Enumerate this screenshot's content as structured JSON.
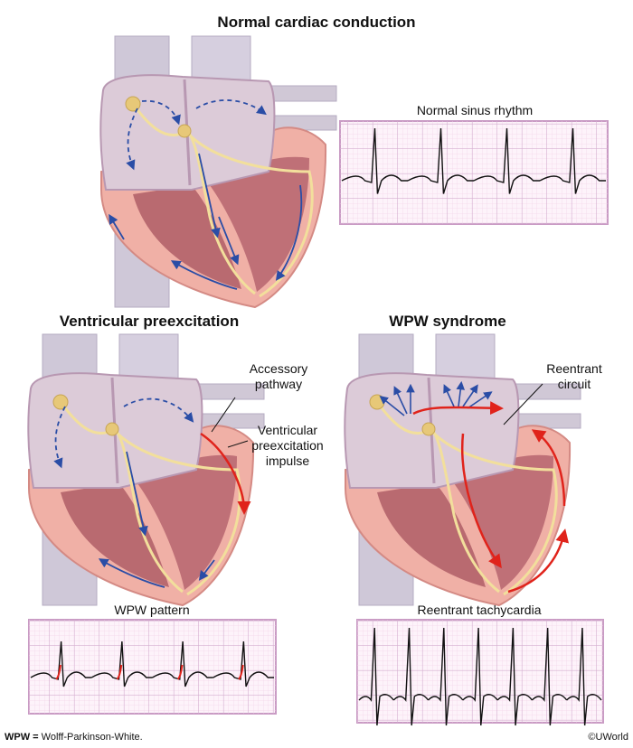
{
  "titles": {
    "normal": "Normal cardiac conduction",
    "preexcitation": "Ventricular preexcitation",
    "wpw": "WPW syndrome"
  },
  "ecg": {
    "normal": {
      "caption": "Normal sinus rhythm",
      "beats": 4,
      "delta_wave": false
    },
    "wpw_pattern": {
      "caption": "WPW pattern",
      "beats": 4,
      "delta_wave": true
    },
    "reentrant": {
      "caption": "Reentrant tachycardia",
      "beats": 7,
      "delta_wave": false
    }
  },
  "labels": {
    "accessory_pathway": "Accessory pathway",
    "preexcitation_impulse": "Ventricular preexcitation impulse",
    "reentrant_circuit": "Reentrant circuit"
  },
  "footer": {
    "abbr": "WPW =",
    "definition": "Wolff-Parkinson-White.",
    "copyright": "©UWorld"
  },
  "colors": {
    "grid_minor": "#f3d6ea",
    "grid_major": "#c99bc4",
    "conduction_blue": "#2a4da6",
    "reentry_red": "#e0231b",
    "myocardium": "#f0b0a6"
  }
}
